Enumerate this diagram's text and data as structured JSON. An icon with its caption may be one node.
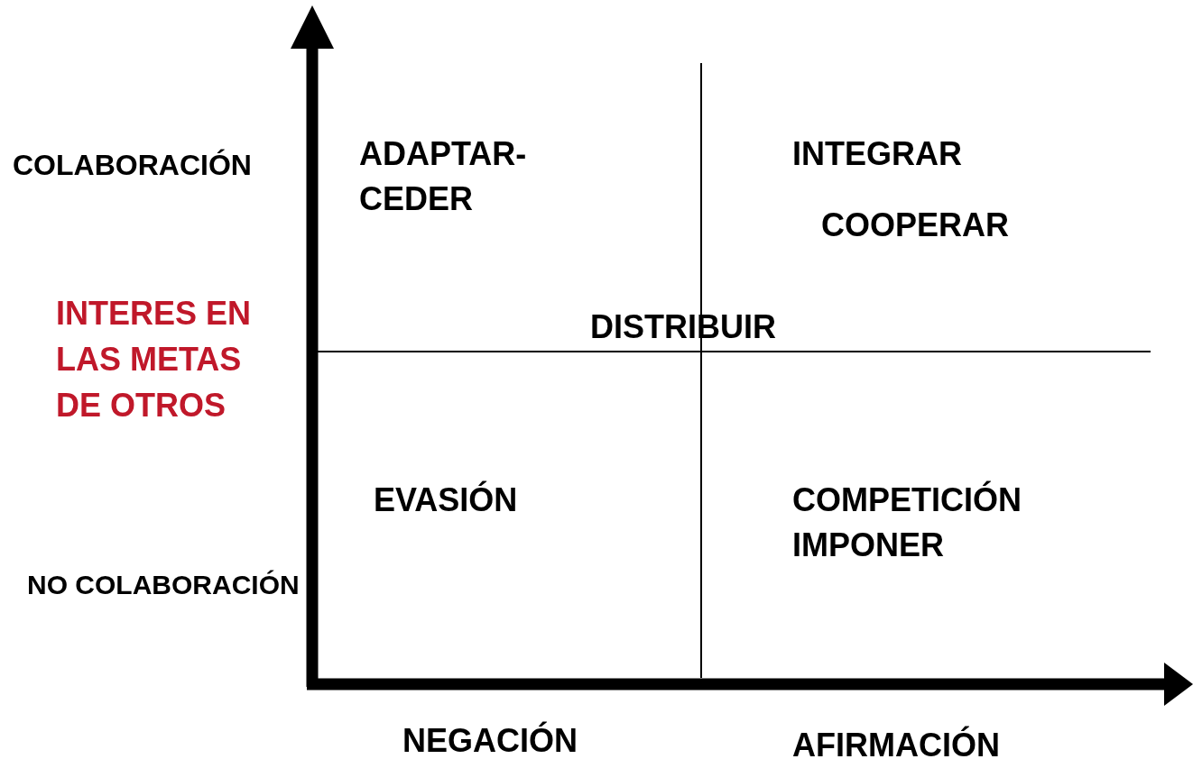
{
  "diagram": {
    "labels": [
      "COLABORACIÓN",
      "ADAPTAR- CEDER",
      "INTEGRAR",
      "COOPERAR",
      "INTERES EN LAS METAS DE OTROS",
      "DISTRIBUIR",
      "EVASIÓN",
      "COMPETICIÓN IMPONER",
      "NO COLABORACIÓN",
      "NEGACIÓN",
      "AFIRMACIÓN"
    ]
  }
}
